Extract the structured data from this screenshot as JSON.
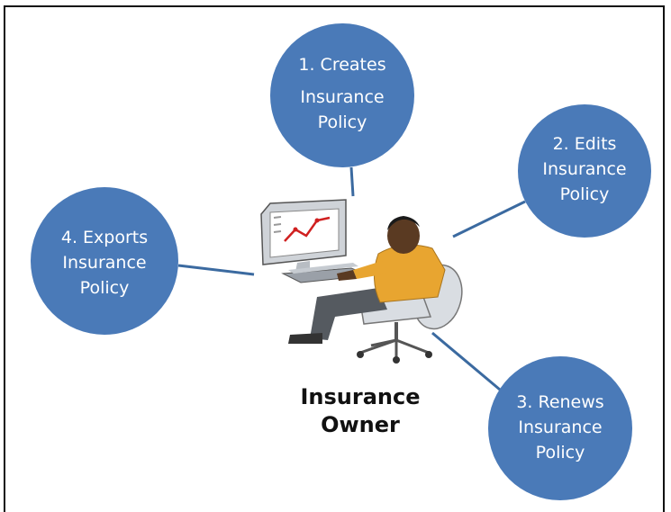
{
  "diagram": {
    "actor": {
      "line1": "Insurance",
      "line2": "Owner"
    },
    "nodes": [
      {
        "id": "creates",
        "line1": "1. Creates",
        "line2": "Insurance",
        "line3": "Policy"
      },
      {
        "id": "edits",
        "line1": "2. Edits",
        "line2": "Insurance",
        "line3": "Policy"
      },
      {
        "id": "renews",
        "line1": "3. Renews",
        "line2": "Insurance",
        "line3": "Policy"
      },
      {
        "id": "exports",
        "line1": "4. Exports",
        "line2": "Insurance",
        "line3": "Policy"
      }
    ],
    "colors": {
      "node_fill": "#4a7ab8",
      "connector": "#3b6aa0",
      "shirt": "#e8a530",
      "pants": "#555a60",
      "chair": "#d9dde2"
    }
  }
}
